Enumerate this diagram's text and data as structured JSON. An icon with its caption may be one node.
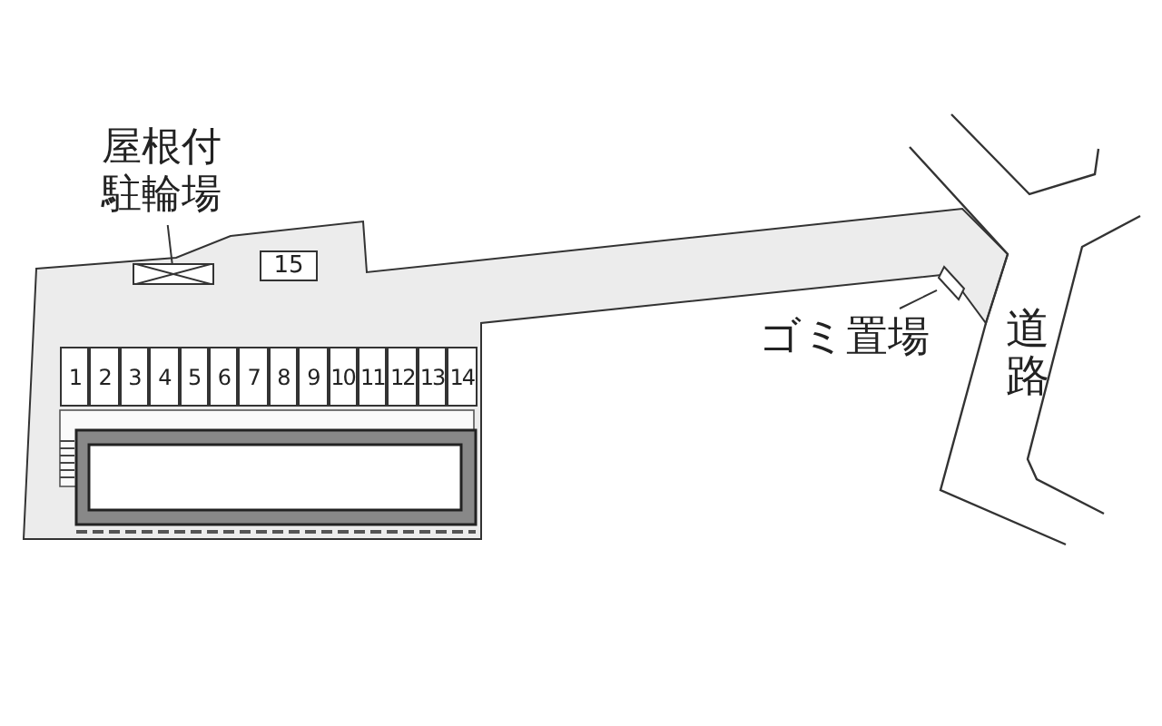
{
  "diagram": {
    "nodes": [
      {
        "text": [
          "屋根付駐輪場"
        ]
      },
      {
        "text": [],
        "shape": "box"
      },
      {
        "text": [
          "15"
        ]
      },
      {
        "text": [
          "1"
        ]
      },
      {
        "text": [
          "2"
        ]
      },
      {
        "text": [
          "3"
        ]
      },
      {
        "text": [
          "4"
        ]
      },
      {
        "text": [
          "5"
        ]
      },
      {
        "text": [
          "6"
        ]
      },
      {
        "text": [
          "7"
        ]
      },
      {
        "text": [
          "8"
        ]
      },
      {
        "text": [
          "9"
        ]
      },
      {
        "text": [
          "10"
        ]
      },
      {
        "text": [
          "11"
        ]
      },
      {
        "text": [
          "12"
        ]
      },
      {
        "text": [
          "13"
        ]
      },
      {
        "text": [
          "14"
        ]
      },
      {
        "text": [
          "ゴミ置場"
        ]
      },
      {
        "text": [],
        "shape": "box"
      }
    ],
    "edges": [
      {
        "from": 0,
        "to": 1,
        "arrow": "none"
      },
      {
        "from": 17,
        "to": 18,
        "arrow": "none"
      }
    ],
    "labels": [
      "道路"
    ]
  }
}
